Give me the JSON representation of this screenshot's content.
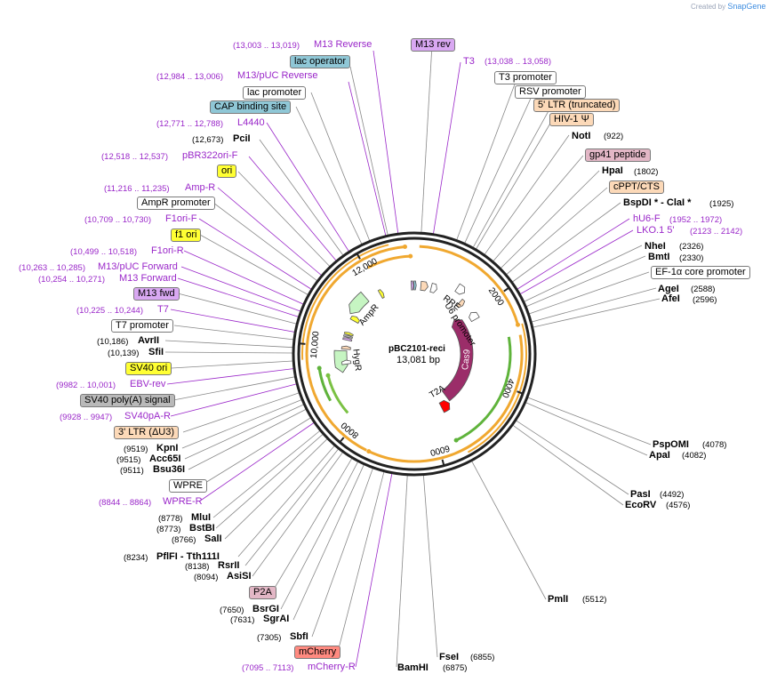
{
  "credit": {
    "prefix": "Created by",
    "brand": "SnapGene"
  },
  "plasmid": {
    "name": "pBC2101-reci",
    "size": "13,081 bp"
  },
  "colors": {
    "primer": "#9a27c9",
    "leader": "#8c8c8c",
    "backbone": "#222222"
  },
  "ticks": [
    {
      "label": "2000",
      "pos": 2000
    },
    {
      "label": "4000",
      "pos": 4000
    },
    {
      "label": "6000",
      "pos": 6000
    },
    {
      "label": "8000",
      "pos": 8000
    },
    {
      "label": "10,000",
      "pos": 10000
    },
    {
      "label": "12,000",
      "pos": 12000
    }
  ],
  "features": [
    {
      "label": "Cas9",
      "start": 1800,
      "end": 5200,
      "color": "#9b2d69",
      "dir": "rev",
      "ring": 3
    },
    {
      "label": "U6 promoter",
      "start": 1960,
      "end": 2200,
      "color": "#ffffff",
      "dir": "rev",
      "ring": 3
    },
    {
      "label": "RRE",
      "start": 1200,
      "end": 1430,
      "color": "#ffffff",
      "dir": "fwd",
      "ring": 3
    },
    {
      "label": "T2A",
      "start": 5250,
      "end": 5560,
      "color": "#ff0000",
      "dir": "rev",
      "ring": 3
    },
    {
      "label": "HygR",
      "start": 9280,
      "end": 9900,
      "color": "#c6f5c2",
      "dir": "rev",
      "ring": 3
    },
    {
      "label": "AmpR",
      "start": 10980,
      "end": 11600,
      "color": "#c6f5c2",
      "dir": "rev",
      "ring": 3
    }
  ],
  "primers": [
    {
      "label": "M13 Reverse",
      "coords": "(13,003 .. 13,019)"
    },
    {
      "label": "T3",
      "coords": "(13,038 .. 13,058)"
    },
    {
      "label": "M13/pUC Reverse",
      "coords": "(12,984 .. 13,006)"
    },
    {
      "label": "L4440",
      "coords": "(12,771 .. 12,788)"
    },
    {
      "label": "pBR322ori-F",
      "coords": "(12,518 .. 12,537)"
    },
    {
      "label": "Amp-R",
      "coords": "(11,216 .. 11,235)"
    },
    {
      "label": "F1ori-F",
      "coords": "(10,709 .. 10,730)"
    },
    {
      "label": "F1ori-R",
      "coords": "(10,499 .. 10,518)"
    },
    {
      "label": "M13/pUC Forward",
      "coords": "(10,263 .. 10,285)"
    },
    {
      "label": "M13 Forward",
      "coords": "(10,254 .. 10,271)"
    },
    {
      "label": "T7",
      "coords": "(10,225 .. 10,244)"
    },
    {
      "label": "EBV-rev",
      "coords": "(9982 .. 10,001)"
    },
    {
      "label": "SV40pA-R",
      "coords": "(9928 .. 9947)"
    },
    {
      "label": "WPRE-R",
      "coords": "(8844 .. 8864)"
    },
    {
      "label": "mCherry-R",
      "coords": "(7095 .. 7113)"
    },
    {
      "label": "hU6-F",
      "coords": "(1952 .. 1972)"
    },
    {
      "label": "LKO.1 5'",
      "coords": "(2123 .. 2142)"
    }
  ],
  "enzymes": [
    {
      "label": "PciI",
      "site": "(12,673)"
    },
    {
      "label": "NotI",
      "site": "(922)"
    },
    {
      "label": "HpaI",
      "site": "(1802)"
    },
    {
      "label": "BspDI *  - ClaI *",
      "site": "(1925)"
    },
    {
      "label": "NheI",
      "site": "(2326)"
    },
    {
      "label": "BmtI",
      "site": "(2330)"
    },
    {
      "label": "AgeI",
      "site": "(2588)"
    },
    {
      "label": "AfeI",
      "site": "(2596)"
    },
    {
      "label": "PspOMI",
      "site": "(4078)"
    },
    {
      "label": "ApaI",
      "site": "(4082)"
    },
    {
      "label": "PasI",
      "site": "(4492)"
    },
    {
      "label": "EcoRV",
      "site": "(4576)"
    },
    {
      "label": "PmlI",
      "site": "(5512)"
    },
    {
      "label": "FseI",
      "site": "(6855)"
    },
    {
      "label": "BamHI",
      "site": "(6875)"
    },
    {
      "label": "SbfI",
      "site": "(7305)"
    },
    {
      "label": "SgrAI",
      "site": "(7631)"
    },
    {
      "label": "BsrGI",
      "site": "(7650)"
    },
    {
      "label": "AsiSI",
      "site": "(8094)"
    },
    {
      "label": "RsrII",
      "site": "(8138)"
    },
    {
      "label": "PflFI  - Tth111I",
      "site": "(8234)"
    },
    {
      "label": "SalI",
      "site": "(8766)"
    },
    {
      "label": "BstBI",
      "site": "(8773)"
    },
    {
      "label": "MluI",
      "site": "(8778)"
    },
    {
      "label": "Bsu36I",
      "site": "(9511)"
    },
    {
      "label": "Acc65I",
      "site": "(9515)"
    },
    {
      "label": "KpnI",
      "site": "(9519)"
    },
    {
      "label": "SfiI",
      "site": "(10,139)"
    },
    {
      "label": "AvrII",
      "site": "(10,186)"
    }
  ],
  "feature_labels": [
    {
      "label": "M13 rev",
      "bg": "#d9a8f2"
    },
    {
      "label": "lac operator",
      "bg": "#8fc7d6"
    },
    {
      "label": "T3 promoter",
      "bg": "#ffffff"
    },
    {
      "label": "lac promoter",
      "bg": "#ffffff"
    },
    {
      "label": "RSV promoter",
      "bg": "#ffffff"
    },
    {
      "label": "5' LTR (truncated)",
      "bg": "#fcd9b8"
    },
    {
      "label": "CAP binding site",
      "bg": "#8fc7d6"
    },
    {
      "label": "HIV-1 Ψ",
      "bg": "#fcd9b8"
    },
    {
      "label": "gp41 peptide",
      "bg": "#e3b7c6"
    },
    {
      "label": "ori",
      "bg": "#ffff33"
    },
    {
      "label": "cPPT/CTS",
      "bg": "#fcd9b8"
    },
    {
      "label": "AmpR promoter",
      "bg": "#ffffff"
    },
    {
      "label": "f1 ori",
      "bg": "#ffff33"
    },
    {
      "label": "EF-1α core promoter",
      "bg": "#ffffff"
    },
    {
      "label": "M13 fwd",
      "bg": "#d9a8f2"
    },
    {
      "label": "T7 promoter",
      "bg": "#ffffff"
    },
    {
      "label": "SV40 ori",
      "bg": "#ffff33"
    },
    {
      "label": "SV40 poly(A) signal",
      "bg": "#b9b9b9"
    },
    {
      "label": "3' LTR (ΔU3)",
      "bg": "#fcd9b8"
    },
    {
      "label": "WPRE",
      "bg": "#ffffff"
    },
    {
      "label": "P2A",
      "bg": "#e3b7c6"
    },
    {
      "label": "mCherry",
      "bg": "#ff8a80"
    }
  ]
}
